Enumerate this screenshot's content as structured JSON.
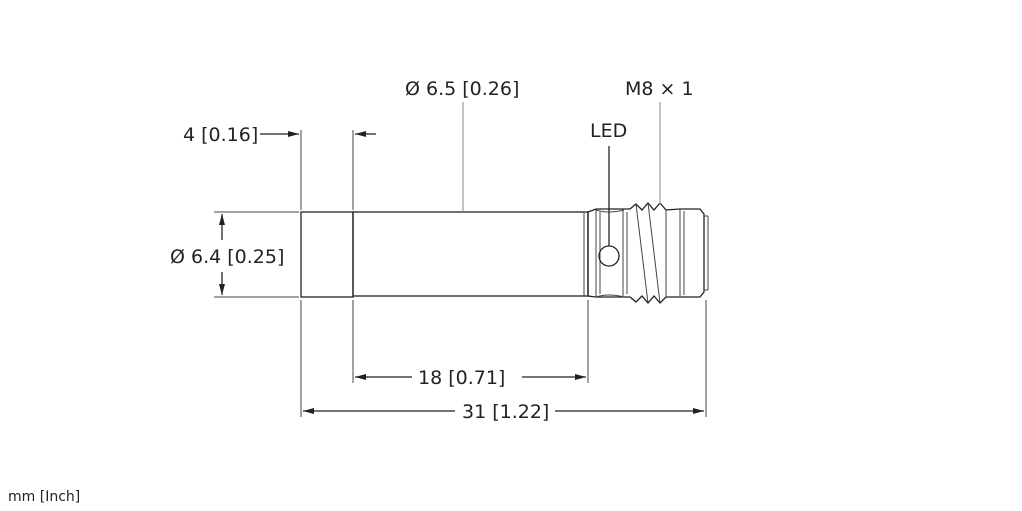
{
  "drawing": {
    "dim_tip_length": "4 [0.16]",
    "dim_body_diameter": "Ø 6.5 [0.26]",
    "dim_thread": "M8 × 1",
    "label_led": "LED",
    "dim_tip_diameter": "Ø 6.4 [0.25]",
    "dim_body_length": "18 [0.71]",
    "dim_total_length": "31 [1.22]",
    "units": "mm [Inch]"
  }
}
